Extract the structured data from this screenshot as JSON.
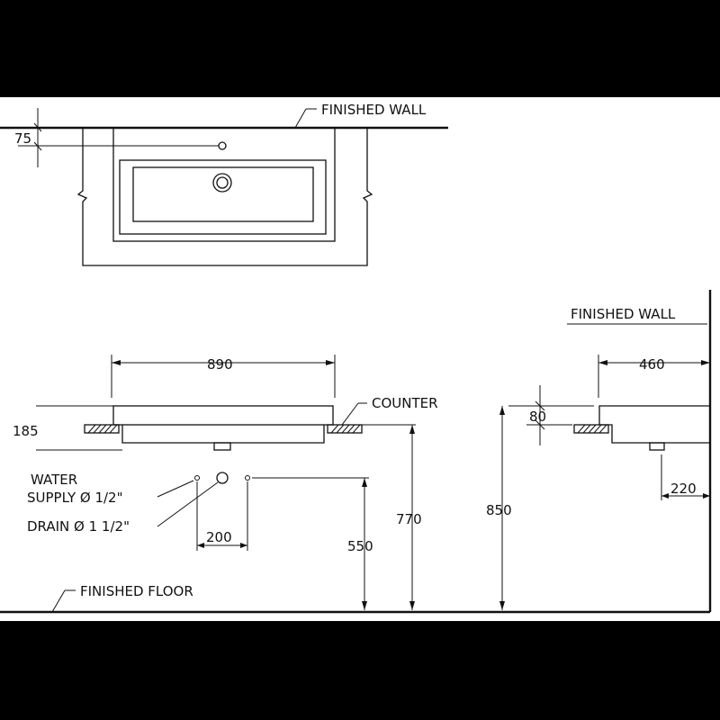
{
  "labels": {
    "finished_wall_top": "FINISHED  WALL",
    "finished_wall_side": "FINISHED  WALL",
    "counter": "COUNTER",
    "water_supply_line1": "WATER",
    "water_supply_line2": "SUPPLY Ø 1/2\"",
    "drain": "DRAIN  Ø 1 1/2\"",
    "finished_floor": "FINISHED  FLOOR"
  },
  "dimensions": {
    "tap_hole_from_wall": "75",
    "basin_width": "890",
    "basin_height": "185",
    "basin_depth": "460",
    "counter_thickness": "80",
    "drain_offset_side": "220",
    "supply_spacing": "200",
    "supply_height": "550",
    "counter_height_front": "770",
    "rim_height": "850"
  }
}
